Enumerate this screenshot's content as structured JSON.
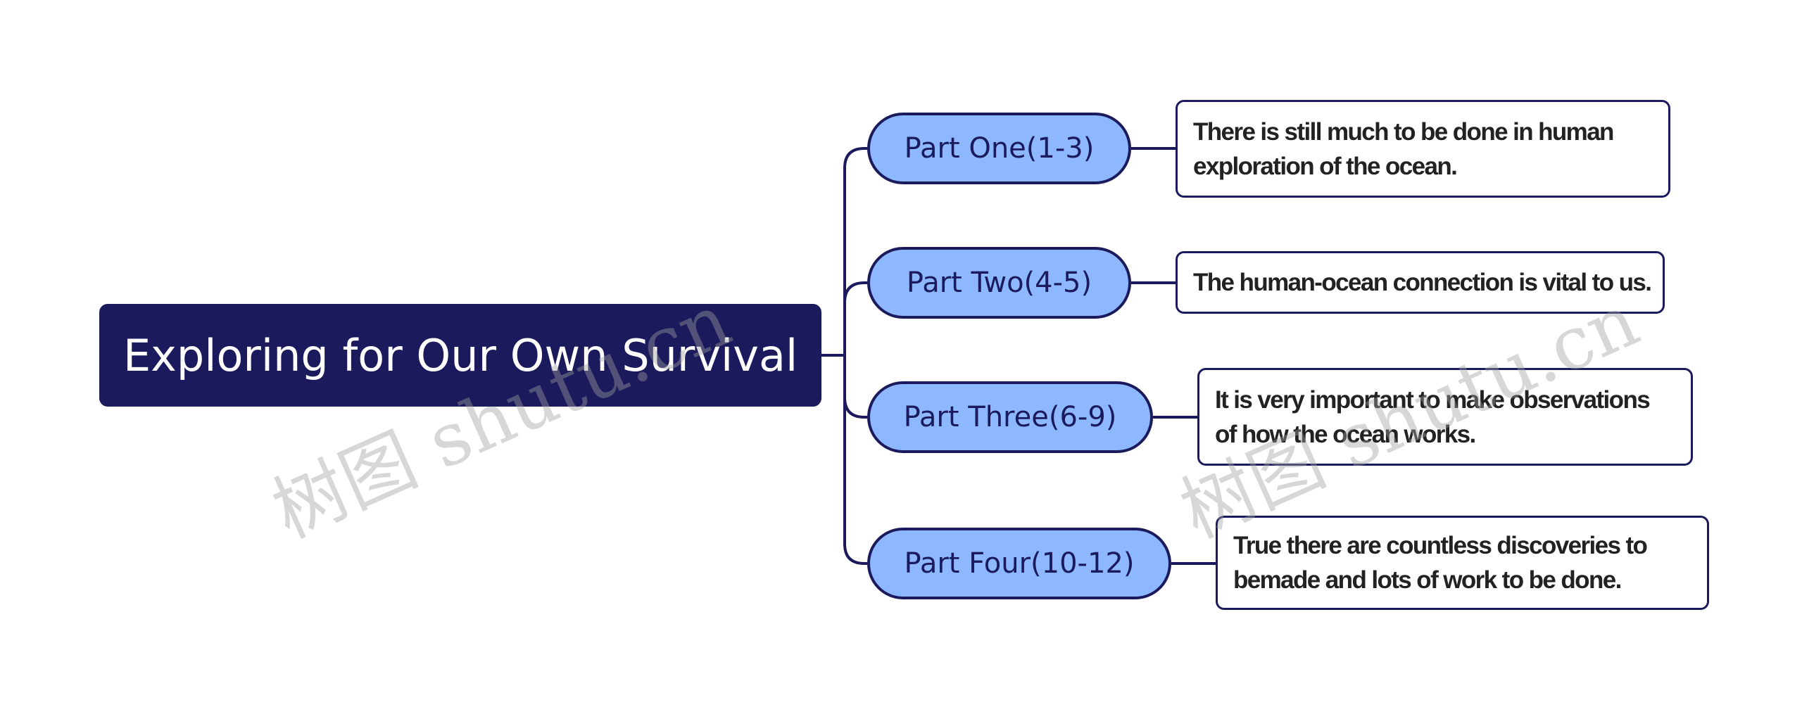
{
  "root": {
    "label": "Exploring for Our Own Survival"
  },
  "branches": [
    {
      "label": "Part One(1-3)",
      "detail": [
        "There is still much to be done in human",
        "exploration of the ocean."
      ]
    },
    {
      "label": "Part Two(4-5)",
      "detail": [
        "The human-ocean connection is vital to us."
      ]
    },
    {
      "label": "Part Three(6-9)",
      "detail": [
        "It is very important to make observations",
        "of how the ocean works."
      ]
    },
    {
      "label": "Part Four(10-12)",
      "detail": [
        "True there are countless discoveries to",
        "bemade and lots of work to be done."
      ]
    }
  ],
  "watermarks": [
    "树图 shutu.cn",
    "树图 shutu.cn"
  ],
  "colors": {
    "root_fill": "#1b1a5c",
    "branch_fill": "#8db8ff",
    "line": "#1b1a5c",
    "watermark": "#a0a0a0"
  }
}
